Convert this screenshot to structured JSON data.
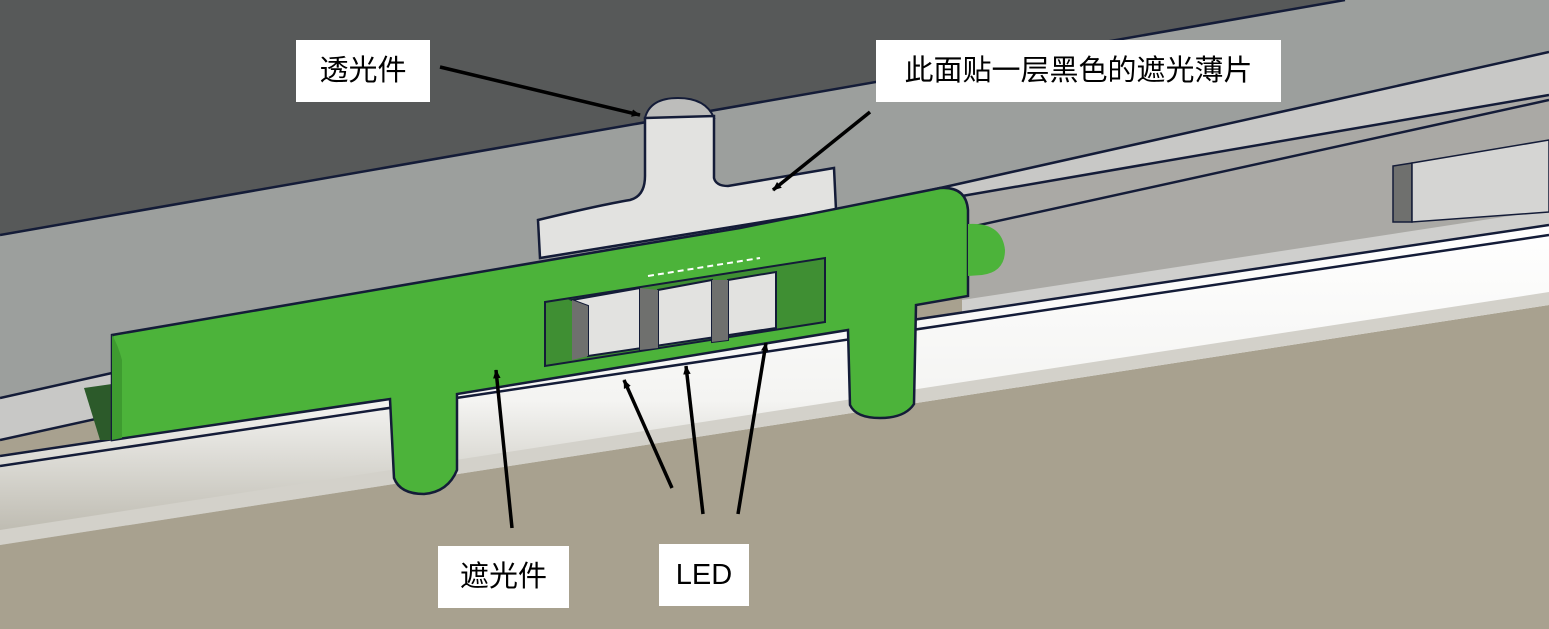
{
  "labels": {
    "light_transmitting_part": "透光件",
    "shading_film_note": "此面贴一层黑色的遮光薄片",
    "light_shielding_part": "遮光件",
    "led": "LED"
  },
  "colors": {
    "upper_dark": "#575959",
    "upper_mid": "#9a9d9b",
    "body_light": "#e2e2e0",
    "shield_green": "#4cb33a",
    "base": "#a8a18f",
    "outline": "#141c38",
    "arrow": "#000000",
    "callout_bg": "#ffffff"
  },
  "icons": {
    "pointer": "arrow-icon"
  }
}
